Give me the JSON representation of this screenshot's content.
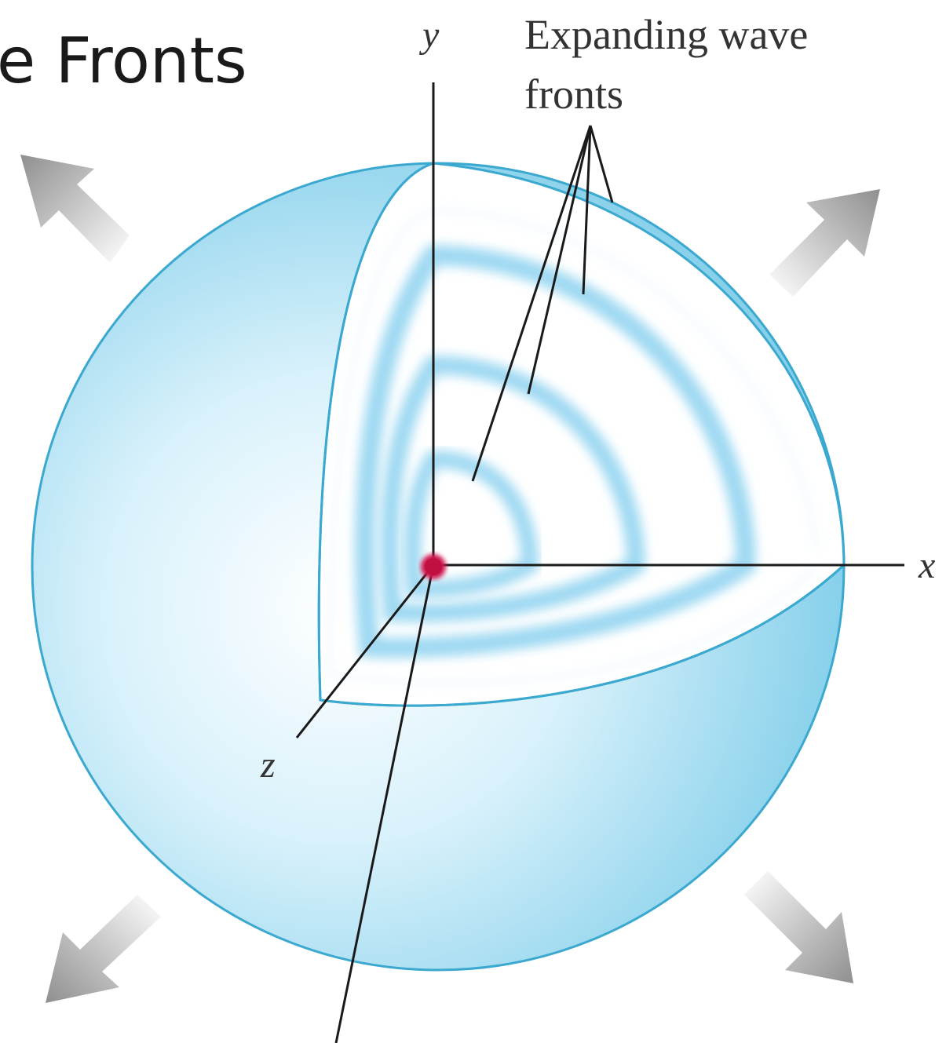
{
  "title": "e Fronts",
  "callout": {
    "line1": "Expanding wave",
    "line2": "fronts"
  },
  "axes": {
    "x": "x",
    "y": "y",
    "z": "z"
  },
  "icons": {
    "outward_arrows": "arrow-icon",
    "source_point": "point-source-icon"
  },
  "colors": {
    "sphere": "#8fd3ee",
    "sphere_edge": "#3aa8cf",
    "wave_front": "#9fd9f2",
    "source": "#d0174f",
    "arrow": "#a9a9a9"
  }
}
